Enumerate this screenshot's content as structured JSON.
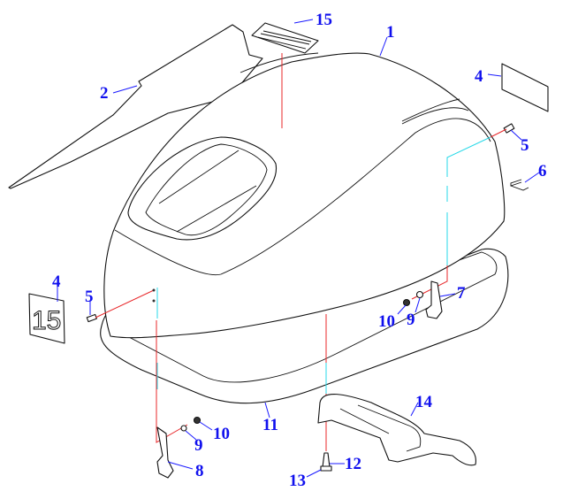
{
  "title": "Top cowling exploded parts diagram",
  "callouts": [
    {
      "part": "15"
    },
    {
      "part": "1"
    },
    {
      "part": "2"
    },
    {
      "part": "4"
    },
    {
      "part": "5"
    },
    {
      "part": "6"
    },
    {
      "part": "4"
    },
    {
      "part": "5"
    },
    {
      "part": "7"
    },
    {
      "part": "10"
    },
    {
      "part": "9"
    },
    {
      "part": "11"
    },
    {
      "part": "10"
    },
    {
      "part": "9"
    },
    {
      "part": "8"
    },
    {
      "part": "14"
    },
    {
      "part": "12"
    },
    {
      "part": "13"
    }
  ],
  "decal_text": "15",
  "colors": {
    "label": "#1010ee",
    "center_line": "#e8272a",
    "hidden_line": "#27d9e8"
  }
}
